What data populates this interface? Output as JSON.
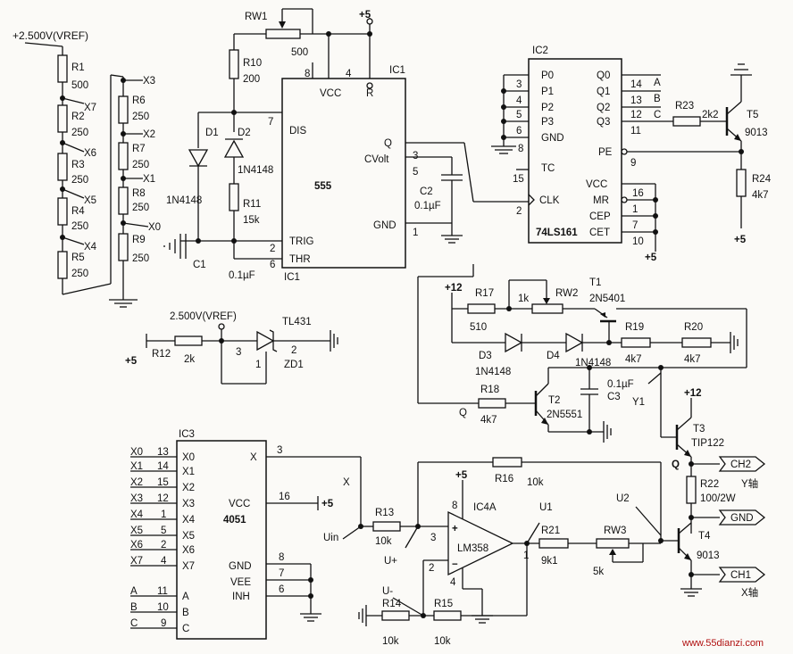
{
  "components": {
    "IC1": {
      "ref": "IC1",
      "ref_bottom": "IC1",
      "part": "555",
      "pins": {
        "dis": "DIS",
        "vcc": "VCC",
        "r": "R",
        "q": "Q",
        "cvolt": "CVolt",
        "gnd": "GND",
        "trig": "TRIG",
        "thr": "THR",
        "p8": "8",
        "p4": "4",
        "p7": "7",
        "p3": "3",
        "p5": "5",
        "p1": "1",
        "p2": "2",
        "p6": "6"
      }
    },
    "IC2": {
      "ref": "IC2",
      "part": "74LS161",
      "pins": {
        "p0": "P0",
        "p1": "P1",
        "p2": "P2",
        "p3": "P3",
        "gnd": "GND",
        "tc": "TC",
        "clk": "CLK",
        "q0": "Q0",
        "q1": "Q1",
        "q2": "Q2",
        "q3": "Q3",
        "pe": "PE",
        "vcc": "VCC",
        "mr": "MR",
        "cep": "CEP",
        "cet": "CET",
        "n3": "3",
        "n4": "4",
        "n5": "5",
        "n6": "6",
        "n8": "8",
        "n15": "15",
        "n2": "2",
        "n14": "14",
        "n13": "13",
        "n12": "12",
        "n11": "11",
        "n9": "9",
        "n16": "16",
        "n1": "1",
        "n7": "7",
        "n10": "10"
      }
    },
    "IC3": {
      "ref": "IC3",
      "part": "4051",
      "pins": {
        "x0": "X0",
        "x1": "X1",
        "x2": "X2",
        "x3": "X3",
        "x4": "X4",
        "x5": "X5",
        "x6": "X6",
        "x7": "X7",
        "a": "A",
        "b": "B",
        "c": "C",
        "x": "X",
        "vcc": "VCC",
        "gnd": "GND",
        "vee": "VEE",
        "inh": "INH",
        "n13": "13",
        "n14": "14",
        "n15": "15",
        "n12": "12",
        "n1": "1",
        "n5": "5",
        "n2": "2",
        "n4": "4",
        "n11": "11",
        "n10": "10",
        "n9": "9",
        "n3": "3",
        "n16": "16",
        "n8": "8",
        "n7": "7",
        "n6": "6"
      },
      "inputs": {
        "x0": "X0",
        "x1": "X1",
        "x2": "X2",
        "x3": "X3",
        "x4": "X4",
        "x5": "X5",
        "x6": "X6",
        "x7": "X7",
        "a": "A",
        "b": "B",
        "c": "C"
      }
    },
    "IC4A": {
      "ref": "IC4A",
      "part": "LM358",
      "plus": "+",
      "minus": "−",
      "n8": "8",
      "n4": "4",
      "n3": "3",
      "n2": "2",
      "n1": "1"
    },
    "divider": {
      "vref": "+2.500V(VREF)",
      "left": [
        {
          "ref": "R1",
          "val": "500"
        },
        {
          "ref": "R2",
          "val": "250"
        },
        {
          "ref": "R3",
          "val": "250"
        },
        {
          "ref": "R4",
          "val": "250"
        },
        {
          "ref": "R5",
          "val": "250"
        }
      ],
      "right": [
        {
          "ref": "R6",
          "val": "250"
        },
        {
          "ref": "R7",
          "val": "250"
        },
        {
          "ref": "R8",
          "val": "250"
        },
        {
          "ref": "R9",
          "val": "250"
        }
      ],
      "taps": {
        "x3": "X3",
        "x7": "X7",
        "x2": "X2",
        "x6": "X6",
        "x1": "X1",
        "x5": "X5",
        "x0": "X0",
        "x4": "X4"
      }
    },
    "RW1": {
      "ref": "RW1",
      "val": "500"
    },
    "R10": {
      "ref": "R10",
      "val": "200"
    },
    "R11": {
      "ref": "R11",
      "val": "15k"
    },
    "D1": {
      "ref": "D1",
      "part": "1N4148"
    },
    "D2": {
      "ref": "D2",
      "part": "1N4148"
    },
    "C1": {
      "ref": "C1",
      "val": "0.1µF"
    },
    "C2": {
      "ref": "C2",
      "val": "0.1µF"
    },
    "R12": {
      "ref": "R12",
      "val": "2k"
    },
    "TL431": {
      "part": "TL431",
      "ref": "ZD1",
      "vref": "2.500V(VREF)",
      "n3": "3",
      "n2": "2",
      "n1": "1"
    },
    "R23": {
      "ref": "R23",
      "val": "2k2"
    },
    "T5": {
      "ref": "T5",
      "part": "9013"
    },
    "R24": {
      "ref": "R24",
      "val": "4k7"
    },
    "R17": {
      "ref": "R17",
      "val": "510"
    },
    "RW2": {
      "ref": "RW2",
      "val": "1k"
    },
    "T1": {
      "ref": "T1",
      "part": "2N5401"
    },
    "D3": {
      "ref": "D3",
      "part": "1N4148"
    },
    "D4": {
      "ref": "D4",
      "part": "1N4148"
    },
    "R19": {
      "ref": "R19",
      "val": "4k7"
    },
    "R20": {
      "ref": "R20",
      "val": "4k7"
    },
    "R18": {
      "ref": "R18",
      "val": "4k7"
    },
    "T2": {
      "ref": "T2",
      "part": "2N5551"
    },
    "C3": {
      "ref": "C3",
      "val": "0.1µF"
    },
    "Y1": {
      "ref": "Y1"
    },
    "T3": {
      "ref": "T3",
      "part": "TIP122"
    },
    "R22": {
      "ref": "R22",
      "val": "100/2W"
    },
    "T4": {
      "ref": "T4",
      "part": "9013"
    },
    "R13": {
      "ref": "R13",
      "val": "10k"
    },
    "R14": {
      "ref": "R14",
      "val": "10k"
    },
    "R15": {
      "ref": "R15",
      "val": "10k"
    },
    "R16": {
      "ref": "R16",
      "val": "10k"
    },
    "R21": {
      "ref": "R21",
      "val": "9k1"
    },
    "RW3": {
      "ref": "RW3",
      "val": "5k"
    }
  },
  "nets": {
    "p5v": "+5",
    "p12v": "+12",
    "q": "Q",
    "x": "X",
    "uin": "Uin",
    "uplus": "U+",
    "uminus": "U-",
    "u1": "U1",
    "u2": "U2",
    "out_a": "A",
    "out_b": "B",
    "out_c": "C",
    "q_t3": "Q"
  },
  "connectors": {
    "ch2": "CH2",
    "ch2_axis": "Y轴",
    "gnd": "GND",
    "ch1": "CH1",
    "ch1_axis": "X轴"
  },
  "watermark": "www.55dianzi.com"
}
